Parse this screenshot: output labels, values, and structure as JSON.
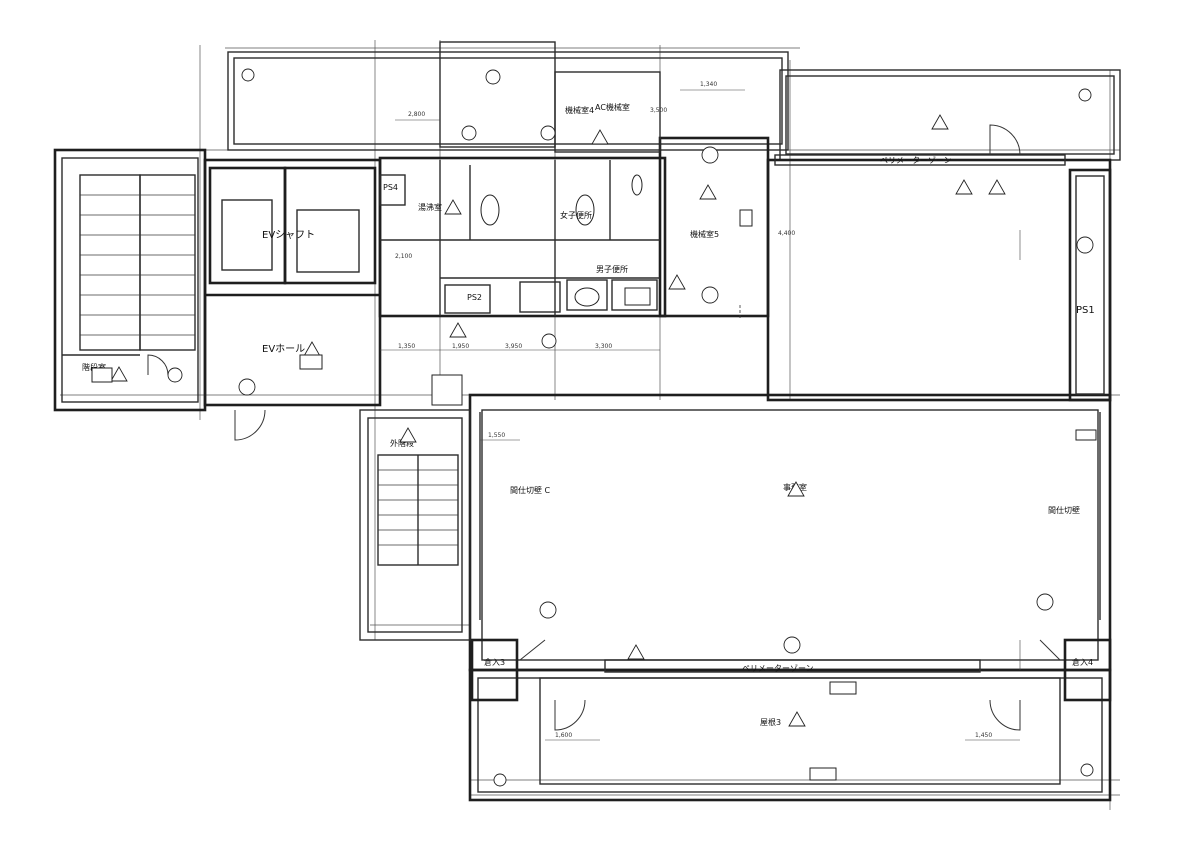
{
  "rooms": {
    "ev_shaft": "EVシャフト",
    "ev_hall": "EVホール",
    "stair_room": "階段室",
    "ps4": "PS4",
    "ps2": "PS2",
    "ps1": "PS1",
    "machine_room_5": "機械室5",
    "machine_room_4": "機械室4",
    "female_wc": "女子便所",
    "male_wc": "男子便所",
    "office": "事務室",
    "perimeter_zone_top": "ペリメーターゾーン",
    "perimeter_zone_bottom": "ペリメーターゾーン",
    "terrace_3": "屋根3",
    "storage_3": "倉入3",
    "storage_4": "倉入4",
    "exterior_stair": "外階段",
    "dividing_wall_c": "間仕切壁 C",
    "partition_right": "間仕切壁",
    "kitchenette": "湯沸室",
    "ac_room": "AC機械室"
  },
  "dimensions": {
    "d1": "2,800",
    "d2": "1,340",
    "d3": "1,350",
    "d4": "1,950",
    "d5": "3,950",
    "d6": "3,300",
    "d7": "4,400",
    "d8": "3,500",
    "d9": "1,600",
    "d10": "1,450",
    "d11": "2,100",
    "d12": "1,550"
  },
  "symbols": {
    "triangle_mark": "△",
    "circle_mark": "○"
  }
}
